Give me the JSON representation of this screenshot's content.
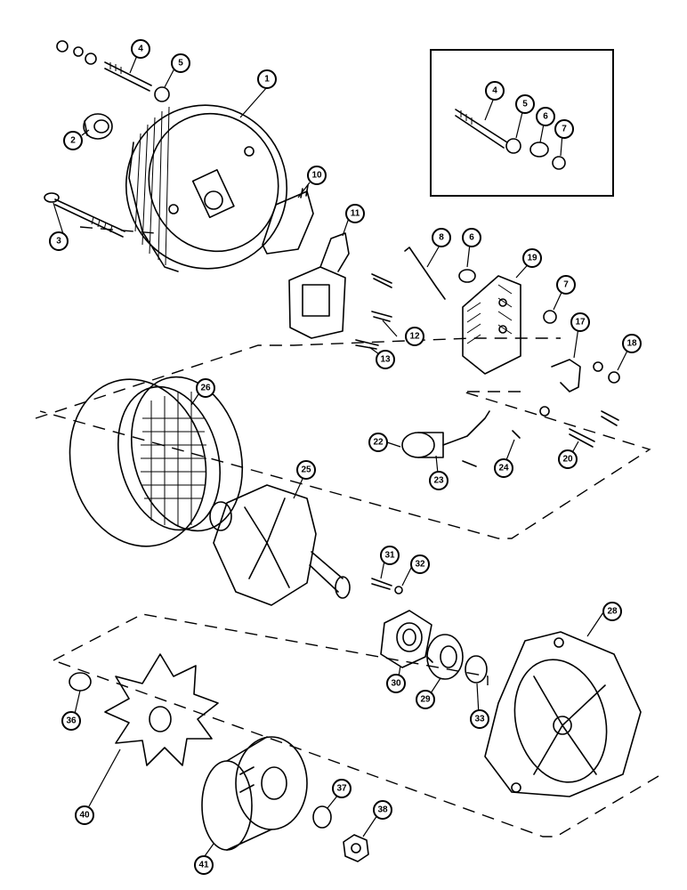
{
  "callouts": [
    {
      "id": "c1",
      "label": "1"
    },
    {
      "id": "c2",
      "label": "2"
    },
    {
      "id": "c3",
      "label": "3"
    },
    {
      "id": "c4",
      "label": "4"
    },
    {
      "id": "c5",
      "label": "5"
    },
    {
      "id": "c4b",
      "label": "4"
    },
    {
      "id": "c5b",
      "label": "5"
    },
    {
      "id": "c6b",
      "label": "6"
    },
    {
      "id": "c7b",
      "label": "7"
    },
    {
      "id": "c6",
      "label": "6"
    },
    {
      "id": "c7",
      "label": "7"
    },
    {
      "id": "c8",
      "label": "8"
    },
    {
      "id": "c10",
      "label": "10"
    },
    {
      "id": "c11",
      "label": "11"
    },
    {
      "id": "c12",
      "label": "12"
    },
    {
      "id": "c13",
      "label": "13"
    },
    {
      "id": "c17",
      "label": "17"
    },
    {
      "id": "c18",
      "label": "18"
    },
    {
      "id": "c19",
      "label": "19"
    },
    {
      "id": "c20",
      "label": "20"
    },
    {
      "id": "c22",
      "label": "22"
    },
    {
      "id": "c23",
      "label": "23"
    },
    {
      "id": "c24",
      "label": "24"
    },
    {
      "id": "c25",
      "label": "25"
    },
    {
      "id": "c26",
      "label": "26"
    },
    {
      "id": "c28",
      "label": "28"
    },
    {
      "id": "c29",
      "label": "29"
    },
    {
      "id": "c30",
      "label": "30"
    },
    {
      "id": "c31",
      "label": "31"
    },
    {
      "id": "c32",
      "label": "32"
    },
    {
      "id": "c33",
      "label": "33"
    },
    {
      "id": "c36",
      "label": "36"
    },
    {
      "id": "c37",
      "label": "37"
    },
    {
      "id": "c38",
      "label": "38"
    },
    {
      "id": "c40",
      "label": "40"
    },
    {
      "id": "c41",
      "label": "41"
    }
  ]
}
